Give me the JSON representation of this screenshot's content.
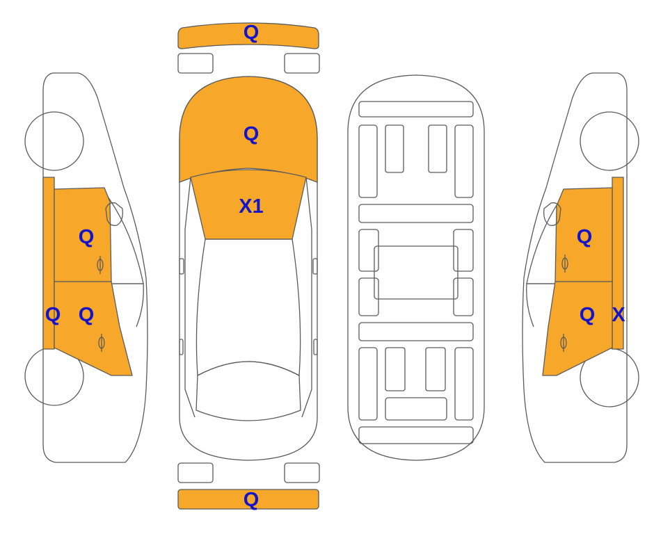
{
  "colors": {
    "damaged_fill": "#f7a82b",
    "label_color": "#1414c8",
    "outline": "#5a5a5a",
    "background": "#ffffff"
  },
  "labels": {
    "front_bumper": "Q",
    "hood": "Q",
    "windshield": "X1",
    "rear_bumper": "Q",
    "left_front_door": "Q",
    "left_rear_door": "Q",
    "left_rocker": "Q",
    "right_front_door": "Q",
    "right_rear_door": "Q",
    "right_rocker": "X"
  }
}
